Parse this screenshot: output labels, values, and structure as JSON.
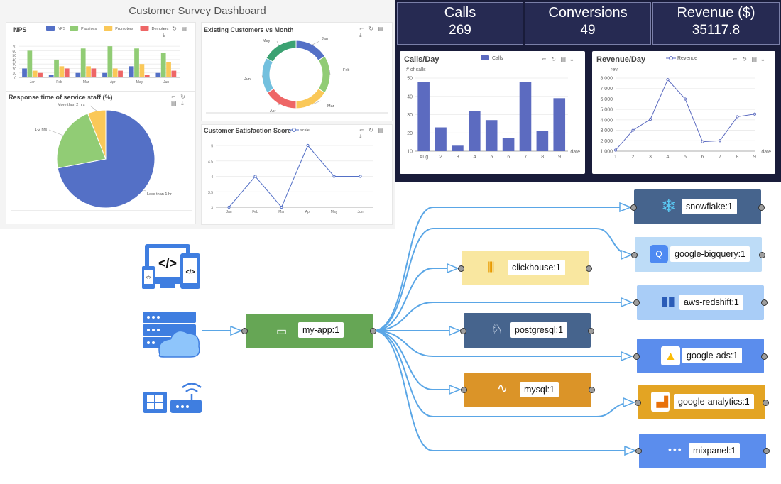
{
  "survey": {
    "title": "Customer Survey Dashboard",
    "tool_icons": "⌐ ↻ ▤ ⤓",
    "nps": {
      "title": "NPS",
      "chart_data": {
        "type": "bar",
        "title": "NPS",
        "categories": [
          "Jan",
          "Feb",
          "Mar",
          "Apr",
          "May",
          "Jun"
        ],
        "series": [
          {
            "name": "NPS",
            "color": "#5470c6",
            "values": [
              20,
              5,
              10,
              10,
              25,
              10
            ]
          },
          {
            "name": "Passives",
            "color": "#91cc75",
            "values": [
              60,
              40,
              65,
              70,
              65,
              55
            ]
          },
          {
            "name": "Promoters",
            "color": "#fac858",
            "values": [
              15,
              25,
              25,
              20,
              30,
              35
            ]
          },
          {
            "name": "Demoters",
            "color": "#ee6666",
            "values": [
              10,
              20,
              20,
              15,
              5,
              15
            ]
          }
        ],
        "yticks": [
          0,
          10,
          20,
          30,
          40,
          50,
          60,
          70
        ],
        "ylim": [
          0,
          75
        ]
      }
    },
    "customers": {
      "title": "Existing Customers vs Month",
      "chart_data": {
        "type": "pie",
        "donut": true,
        "title": "Existing Customers vs Month",
        "labels": [
          "Jan",
          "Feb",
          "Mar",
          "Apr",
          "Jun",
          "May"
        ],
        "values": [
          16,
          18,
          16,
          16,
          17,
          17
        ],
        "colors": [
          "#5470c6",
          "#91cc75",
          "#fac858",
          "#ee6666",
          "#73c0de",
          "#3ba272"
        ]
      }
    },
    "response": {
      "title": "Response time of service staff  (%)",
      "chart_data": {
        "type": "pie",
        "title": "Response time of service staff  (%)",
        "labels": [
          "Less than 1 hr",
          "1-2 hrs",
          "More than 2 hrs"
        ],
        "values": [
          72,
          22,
          6
        ],
        "colors": [
          "#5470c6",
          "#91cc75",
          "#fac858"
        ]
      }
    },
    "satisfaction": {
      "title": "Customer Satisfaction Score",
      "chart_data": {
        "type": "line",
        "title": "Customer Satisfaction Score",
        "categories": [
          "Jan",
          "Feb",
          "Mar",
          "Apr",
          "May",
          "Jun"
        ],
        "series": [
          {
            "name": "scale",
            "color": "#5470c6",
            "values": [
              3,
              4,
              3,
              5,
              4,
              4
            ]
          }
        ],
        "yticks": [
          3,
          3.5,
          4,
          4.5,
          5
        ],
        "ylim": [
          3,
          5
        ]
      }
    }
  },
  "sales": {
    "kpis": [
      {
        "label": "Calls",
        "value": "269"
      },
      {
        "label": "Conversions",
        "value": "49"
      },
      {
        "label": "Revenue ($)",
        "value": "35117.8"
      }
    ],
    "tool_icons": "⌐ ↻ ▤ ⤓",
    "calls_per_day": {
      "title": "Calls/Day",
      "chart_data": {
        "type": "bar",
        "title": "Calls/Day",
        "ylabel": "# of calls",
        "xlabel": "date",
        "categories": [
          "Aug",
          "2",
          "3",
          "4",
          "5",
          "6",
          "7",
          "8",
          "9"
        ],
        "series": [
          {
            "name": "Calls",
            "color": "#5c6bc0",
            "values": [
              48,
              23,
              13,
              32,
              27,
              17,
              48,
              21,
              39
            ]
          }
        ],
        "yticks": [
          10,
          20,
          30,
          40,
          50
        ],
        "ylim": [
          10,
          50
        ]
      }
    },
    "revenue_per_day": {
      "title": "Revenue/Day",
      "chart_data": {
        "type": "line",
        "title": "Revenue/Day",
        "ylabel": "rev.",
        "xlabel": "date",
        "categories": [
          "1",
          "2",
          "3",
          "4",
          "5",
          "6",
          "7",
          "8",
          "9"
        ],
        "series": [
          {
            "name": "Revenue",
            "color": "#5c6bc0",
            "values": [
              1100,
              3000,
              4050,
              7850,
              6000,
              1900,
              2000,
              4300,
              4550
            ]
          }
        ],
        "yticks": [
          "1,000",
          "2,000",
          "3,000",
          "4,000",
          "5,000",
          "6,000",
          "7,000",
          "8,000"
        ],
        "ytick_values": [
          1000,
          2000,
          3000,
          4000,
          5000,
          6000,
          7000,
          8000
        ],
        "ylim": [
          1000,
          8000
        ]
      }
    }
  },
  "flow": {
    "source": {
      "label": "my-app:1",
      "color": "#66a655"
    },
    "destinations": [
      {
        "id": "snowflake",
        "label": "snowflake:1",
        "color": "#46648d",
        "icon": "snowflake-icon"
      },
      {
        "id": "bigquery",
        "label": "google-bigquery:1",
        "color": "#bddcf7",
        "icon": "google-bigquery-icon"
      },
      {
        "id": "clickhouse",
        "label": "clickhouse:1",
        "color": "#f9e7a0",
        "icon": "clickhouse-icon"
      },
      {
        "id": "redshift",
        "label": "aws-redshift:1",
        "color": "#a9cdf7",
        "icon": "aws-redshift-icon"
      },
      {
        "id": "postgresql",
        "label": "postgresql:1",
        "color": "#46648d",
        "icon": "postgresql-icon"
      },
      {
        "id": "googleads",
        "label": "google-ads:1",
        "color": "#5b8ded",
        "icon": "google-ads-icon"
      },
      {
        "id": "mysql",
        "label": "mysql:1",
        "color": "#db9428",
        "icon": "mysql-icon"
      },
      {
        "id": "analytics",
        "label": "google-analytics:1",
        "color": "#e3a423",
        "icon": "google-analytics-icon"
      },
      {
        "id": "mixpanel",
        "label": "mixpanel:1",
        "color": "#5b8ded",
        "icon": "mixpanel-icon"
      }
    ],
    "wire_color": "#5aa6e6"
  }
}
